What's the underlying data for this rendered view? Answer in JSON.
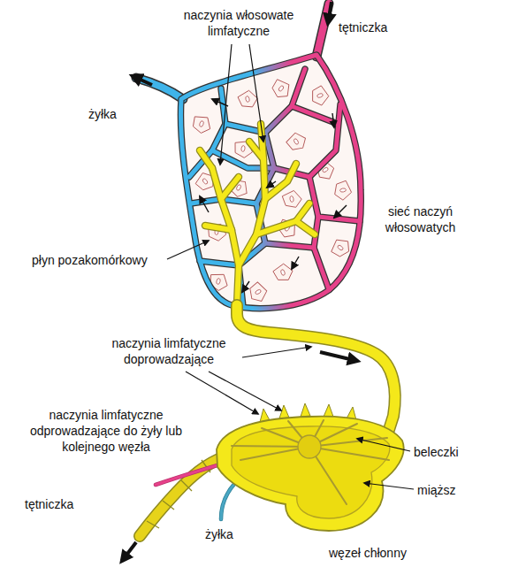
{
  "diagram": {
    "labels": [
      "naczynia włosowate limfatyczne",
      "tętniczka",
      "żyłka",
      "sieć naczyń włosowatych",
      "płyn pozakomórkowy",
      "naczynia limfatyczne doprowadzające",
      "naczynia limfatyczne odprowadzające do żyły lub kolejnego węzła",
      "beleczki",
      "miąższ",
      "tętniczka",
      "żyłka",
      "węzeł chłonny"
    ]
  }
}
